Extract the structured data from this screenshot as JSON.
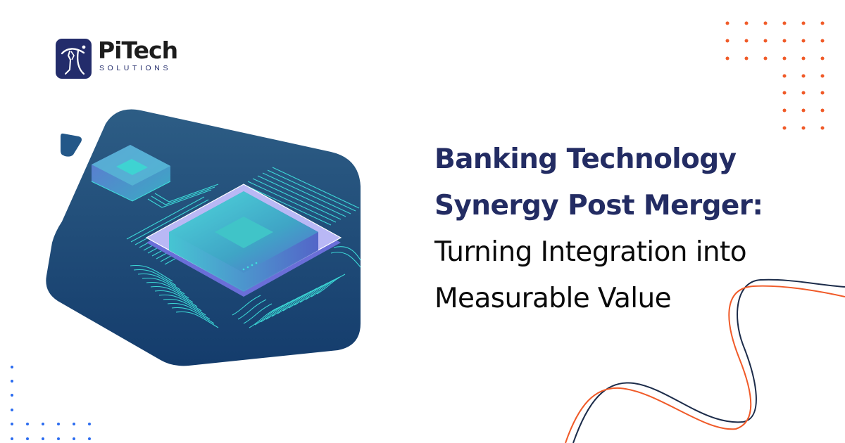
{
  "brand": {
    "name": "PiTech",
    "tagline": "SOLUTIONS",
    "logo_icon": "pi-figure-icon",
    "color_primary": "#232c6b"
  },
  "headline": {
    "lines": [
      {
        "text": "Banking Technology",
        "style": "bold"
      },
      {
        "text": "Synergy Post Merger:",
        "style": "bold"
      },
      {
        "text": "Turning Integration into",
        "style": "regular"
      },
      {
        "text": "Measurable Value",
        "style": "regular"
      }
    ],
    "color_bold": "#232c63",
    "color_regular": "#0a0a0a"
  },
  "illustration": {
    "subject": "microchip-processor",
    "background_color": "#1f4a78",
    "accent_color": "#3ee0dc"
  },
  "decorations": {
    "dots_top_right_color": "#f05a28",
    "dots_bottom_left_color": "#2b6cf0",
    "wave_colors": [
      "#f05a28",
      "#1c2c4a"
    ]
  }
}
